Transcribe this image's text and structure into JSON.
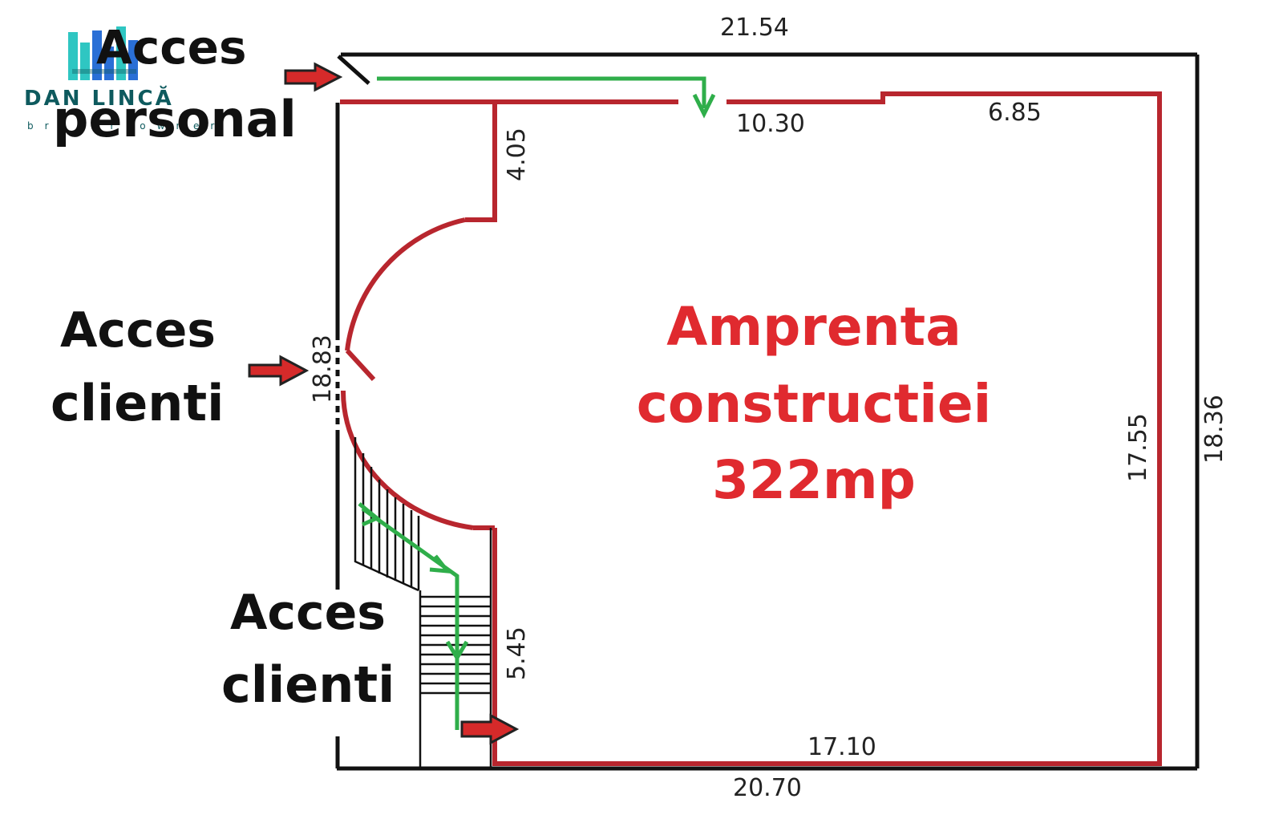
{
  "logo": {
    "name": "DAN LINCĂ",
    "subtitle": "broker owner",
    "colors": {
      "teal": "#2fc6c2",
      "blue": "#2a6fd6",
      "text": "#0e5a5e"
    }
  },
  "labels": {
    "acces_personal_1": "Acces",
    "acces_personal_2": "personal",
    "acces_clienti_left_1": "Acces",
    "acces_clienti_left_2": "clienti",
    "acces_clienti_bottom_1": "Acces",
    "acces_clienti_bottom_2": "clienti"
  },
  "main_text": {
    "line1": "Amprenta",
    "line2": "constructiei",
    "line3": "322mp"
  },
  "dimensions": {
    "top_outer": "21.54",
    "top_inner_left": "10.30",
    "top_inner_right": "6.85",
    "vertical_top": "4.05",
    "left_entrance": "18.83",
    "vertical_bottom": "5.45",
    "right_inner": "17.55",
    "right_outer": "18.36",
    "bottom_inner": "17.10",
    "bottom_outer": "20.70"
  },
  "colors": {
    "outline_outer": "#111111",
    "outline_inner": "#b8262e",
    "arrow_red": "#d62a2a",
    "path_green": "#2fae4a",
    "main_text": "#e02a2f"
  }
}
